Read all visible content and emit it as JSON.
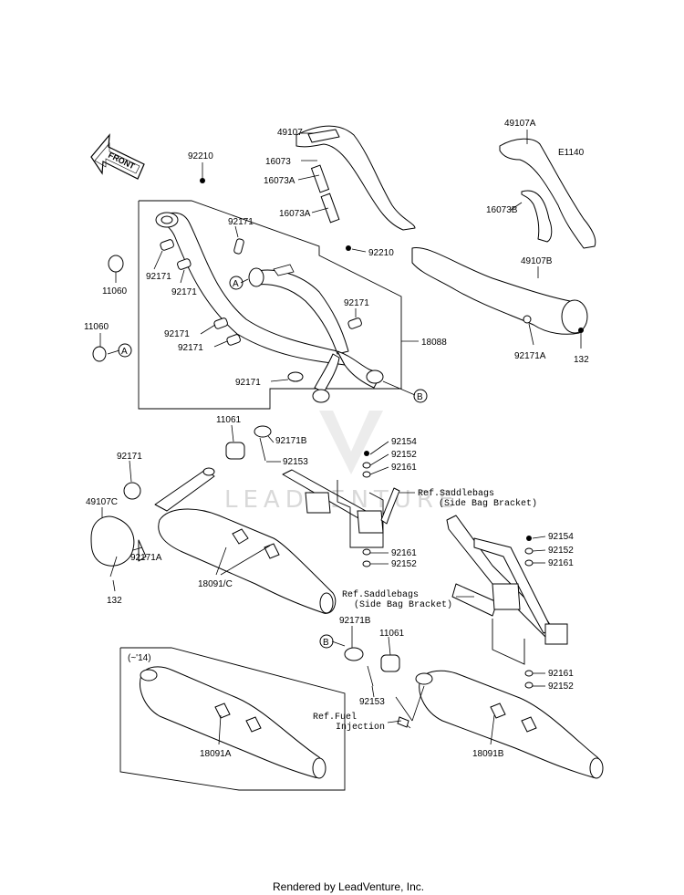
{
  "diagram": {
    "code": "E1140",
    "front_arrow": "FRONT",
    "watermark": "LEADVENTURE",
    "footer": "Rendered by LeadVenture, Inc.",
    "year_note": "(~'14)",
    "callouts": {
      "A": "A",
      "B": "B"
    },
    "refs": {
      "saddlebag_1": "Ref.Saddlebags",
      "saddlebag_1b": "(Side Bag Bracket)",
      "saddlebag_2": "Ref.Saddlebags",
      "saddlebag_2b": "(Side Bag Bracket)",
      "fuel_1": "Ref.Fuel",
      "fuel_2": "Injection"
    },
    "parts": {
      "p49107": "49107",
      "p49107A": "49107A",
      "p49107B": "49107B",
      "p49107C": "49107C",
      "p16073": "16073",
      "p16073A_1": "16073A",
      "p16073A_2": "16073A",
      "p16073B": "16073B",
      "p92210_1": "92210",
      "p92210_2": "92210",
      "p11060_1": "11060",
      "p11060_2": "11060",
      "p92171_a": "92171",
      "p92171_b": "92171",
      "p92171_c": "92171",
      "p92171_d": "92171",
      "p92171_e": "92171",
      "p92171_f": "92171",
      "p92171_g": "92171",
      "p92171_h": "92171",
      "p92171A_1": "92171A",
      "p92171A_2": "92171A",
      "p92171B_1": "92171B",
      "p92171B_2": "92171B",
      "p132_1": "132",
      "p132_2": "132",
      "p18088": "18088",
      "p11061_1": "11061",
      "p11061_2": "11061",
      "p92153_1": "92153",
      "p92153_2": "92153",
      "p92154_1": "92154",
      "p92154_2": "92154",
      "p92152_1": "92152",
      "p92152_2": "92152",
      "p92152_3": "92152",
      "p92152_4": "92152",
      "p92161_1": "92161",
      "p92161_2": "92161",
      "p92161_3": "92161",
      "p92161_4": "92161",
      "p18091C": "18091/C",
      "p18091A": "18091A",
      "p18091B": "18091B"
    }
  }
}
